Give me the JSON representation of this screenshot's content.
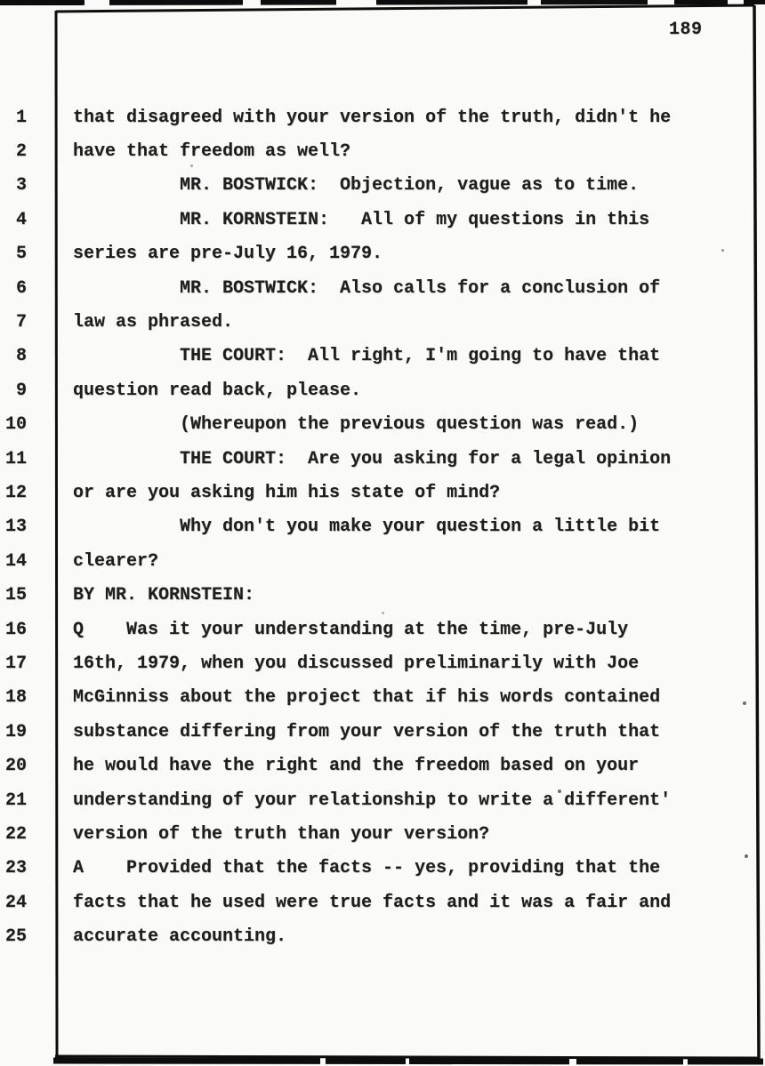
{
  "page": {
    "number": "189"
  },
  "colors": {
    "paper": "#fafaf8",
    "ink": "#1e1e1e",
    "border": "#0d0d0d"
  },
  "transcript": {
    "lines": [
      {
        "num": "1",
        "text": "that disagreed with your version of the truth, didn't he"
      },
      {
        "num": "2",
        "text": "have that freedom as well?"
      },
      {
        "num": "3",
        "text": "          MR. BOSTWICK:  Objection, vague as to time."
      },
      {
        "num": "4",
        "text": "          MR. KORNSTEIN:   All of my questions in this"
      },
      {
        "num": "5",
        "text": "series are pre-July 16, 1979."
      },
      {
        "num": "6",
        "text": "          MR. BOSTWICK:  Also calls for a conclusion of"
      },
      {
        "num": "7",
        "text": "law as phrased."
      },
      {
        "num": "8",
        "text": "          THE COURT:  All right, I'm going to have that"
      },
      {
        "num": "9",
        "text": "question read back, please."
      },
      {
        "num": "10",
        "text": "          (Whereupon the previous question was read.)"
      },
      {
        "num": "11",
        "text": "          THE COURT:  Are you asking for a legal opinion"
      },
      {
        "num": "12",
        "text": "or are you asking him his state of mind?"
      },
      {
        "num": "13",
        "text": "          Why don't you make your question a little bit"
      },
      {
        "num": "14",
        "text": "clearer?"
      },
      {
        "num": "15",
        "text": "BY MR. KORNSTEIN:"
      },
      {
        "num": "16",
        "text": "Q    Was it your understanding at the time, pre-July"
      },
      {
        "num": "17",
        "text": "16th, 1979, when you discussed preliminarily with Joe"
      },
      {
        "num": "18",
        "text": "McGinniss about the project that if his words contained"
      },
      {
        "num": "19",
        "text": "substance differing from your version of the truth that"
      },
      {
        "num": "20",
        "text": "he would have the right and the freedom based on your"
      },
      {
        "num": "21",
        "text": "understanding of your relationship to write a different'"
      },
      {
        "num": "22",
        "text": "version of the truth than your version?"
      },
      {
        "num": "23",
        "text": "A    Provided that the facts -- yes, providing that the"
      },
      {
        "num": "24",
        "text": "facts that he used were true facts and it was a fair and"
      },
      {
        "num": "25",
        "text": "accurate accounting."
      }
    ]
  }
}
